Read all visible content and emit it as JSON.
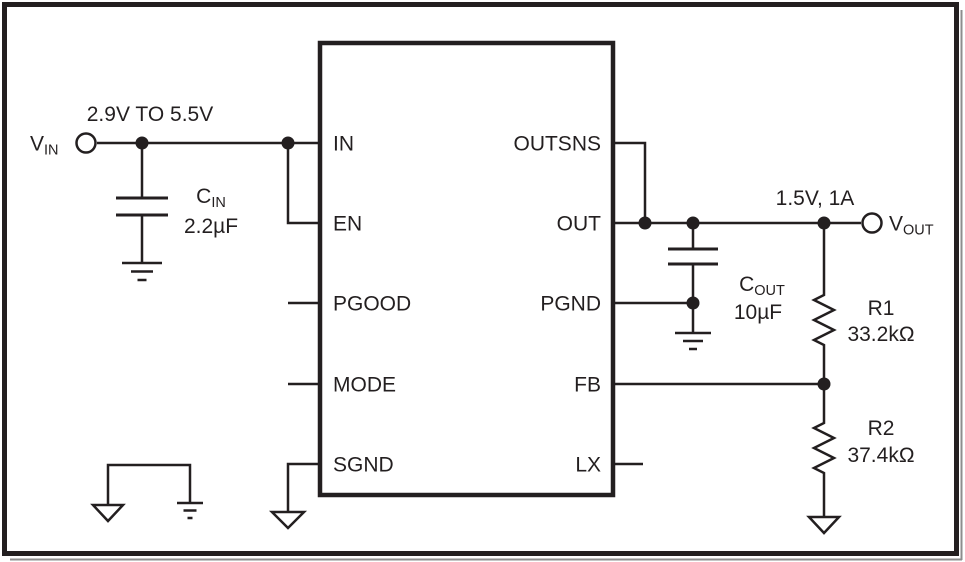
{
  "schematic": {
    "colors": {
      "line": "#231f20",
      "background": "#ffffff"
    },
    "input": {
      "terminal_main": "V",
      "terminal_sub": "IN",
      "range_label": "2.9V TO 5.5V"
    },
    "output": {
      "terminal_main": "V",
      "terminal_sub": "OUT",
      "spec_label": "1.5V, 1A"
    },
    "ic": {
      "left_pins": [
        "IN",
        "EN",
        "PGOOD",
        "MODE",
        "SGND"
      ],
      "right_pins": [
        "OUTSNS",
        "OUT",
        "PGND",
        "FB",
        "LX"
      ]
    },
    "components": {
      "cin": {
        "ref_main": "C",
        "ref_sub": "IN",
        "value": "2.2µF"
      },
      "cout": {
        "ref_main": "C",
        "ref_sub": "OUT",
        "value": "10µF"
      },
      "r1": {
        "ref": "R1",
        "value": "33.2kΩ"
      },
      "r2": {
        "ref": "R2",
        "value": "37.4kΩ"
      }
    }
  }
}
